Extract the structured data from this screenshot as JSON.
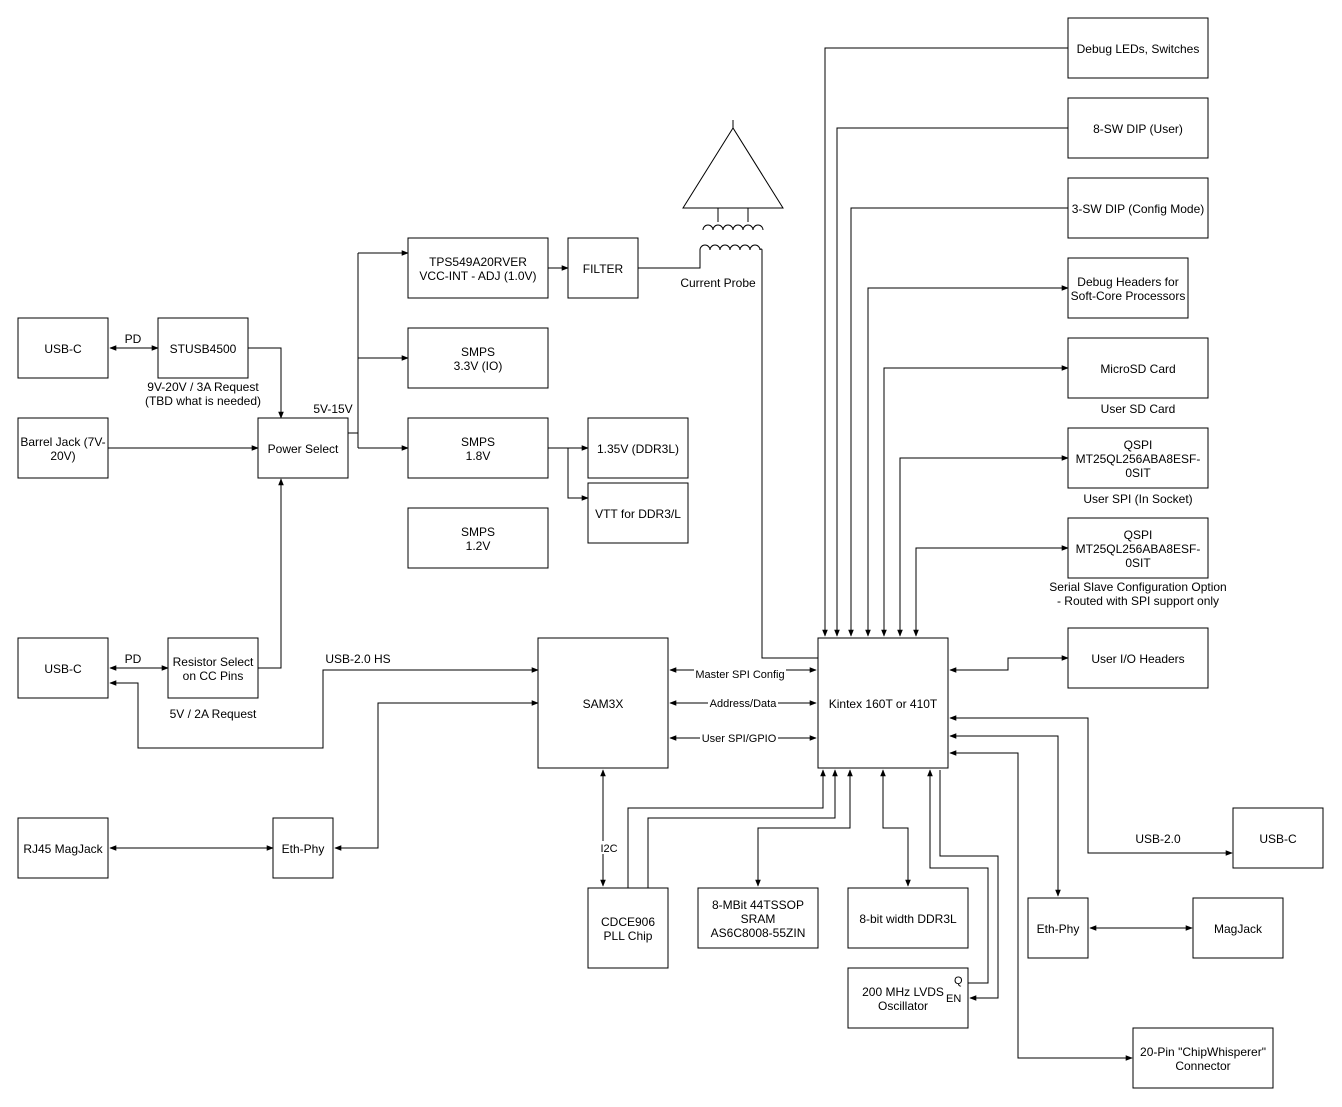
{
  "blocks": {
    "usbc_top": [
      "USB-C"
    ],
    "stusb": [
      "STUSB4500"
    ],
    "barrel": [
      "Barrel Jack (7V-",
      "20V)"
    ],
    "power_select": [
      "Power Select"
    ],
    "usbc_mid": [
      "USB-C"
    ],
    "resistor_select": [
      "Resistor Select",
      "on CC Pins"
    ],
    "rj45": [
      "RJ45 MagJack"
    ],
    "eth_phy_left": [
      "Eth-Phy"
    ],
    "tps": [
      "TPS549A20RVER",
      "VCC-INT - ADJ (1.0V)"
    ],
    "filter": [
      "FILTER"
    ],
    "smps33": [
      "SMPS",
      "3.3V (IO)"
    ],
    "smps18": [
      "SMPS",
      "1.8V"
    ],
    "smps12": [
      "SMPS",
      "1.2V"
    ],
    "ddr3l_135": [
      "1.35V (DDR3L)"
    ],
    "vtt": [
      "VTT for DDR3/L"
    ],
    "sam3x": [
      "SAM3X"
    ],
    "kintex": [
      "Kintex 160T or 410T"
    ],
    "cdce": [
      "CDCE906",
      "PLL Chip"
    ],
    "sram": [
      "8-MBit 44TSSOP",
      "SRAM",
      "AS6C8008-55ZIN"
    ],
    "ddr3l_8bit": [
      "8-bit width DDR3L"
    ],
    "osc": [
      "200 MHz LVDS",
      "Oscillator"
    ],
    "debug_leds": [
      "Debug LEDs, Switches"
    ],
    "dip8": [
      "8-SW DIP (User)"
    ],
    "dip3": [
      "3-SW DIP (Config Mode)"
    ],
    "debug_headers": [
      "Debug Headers for",
      "Soft-Core Processors"
    ],
    "microsd": [
      "MicroSD Card"
    ],
    "qspi_user": [
      "QSPI",
      "MT25QL256ABA8ESF-",
      "0SIT"
    ],
    "qspi_cfg": [
      "QSPI",
      "MT25QL256ABA8ESF-",
      "0SIT"
    ],
    "user_io": [
      "User I/O Headers"
    ],
    "usbc_right": [
      "USB-C"
    ],
    "eth_phy_right": [
      "Eth-Phy"
    ],
    "magjack": [
      "MagJack"
    ],
    "chipwhisperer": [
      "20-Pin \"ChipWhisperer\"",
      "Connector"
    ]
  },
  "labels": {
    "pd_top": "PD",
    "pd_mid": "PD",
    "stusb_note_1": "9V-20V / 3A Request",
    "stusb_note_2": "(TBD what is needed)",
    "v5_15": "5V-15V",
    "resistor_note": "5V / 2A Request",
    "usb20hs": "USB-2.0 HS",
    "current_probe": "Current Probe",
    "master_spi": "Master SPI Config",
    "address_data": "Address/Data",
    "user_spi_gpio": "User SPI/GPIO",
    "i2c": "I2C",
    "user_sd": "User SD Card",
    "user_spi_socket": "User SPI (In Socket)",
    "serial_slave_1": "Serial Slave Configuration Option",
    "serial_slave_2": "- Routed with SPI support only",
    "usb20": "USB-2.0",
    "osc_q": "Q",
    "osc_en": "EN"
  }
}
